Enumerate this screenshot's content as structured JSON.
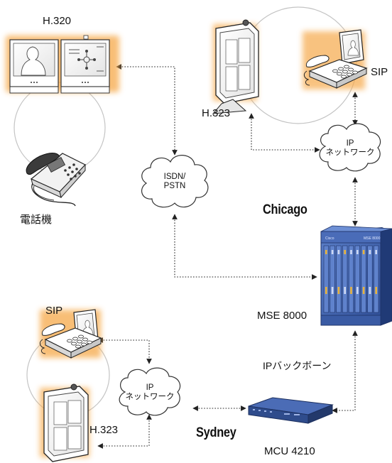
{
  "labels": {
    "h320": "H.320",
    "sip_top": "SIP",
    "h323_top": "H.323",
    "phone": "電話機",
    "chicago": "Chicago",
    "mse": "MSE 8000",
    "ip_backbone": "IPバックボーン",
    "sip_bottom": "SIP",
    "h323_bottom": "H.323",
    "sydney": "Sydney",
    "mcu": "MCU 4210"
  },
  "clouds": {
    "isdn_line1": "ISDN/",
    "isdn_line2": "PSTN",
    "ip_top_line1": "IP",
    "ip_top_line2": "ネットワーク",
    "ip_bottom_line1": "IP",
    "ip_bottom_line2": "ネットワーク"
  },
  "device_text": {
    "mse_brand": "Cisco",
    "mse_model": "MSE 8000"
  },
  "colors": {
    "glow": "#f6a94a",
    "link": "#222222",
    "ring": "#bdbdbd",
    "mse_blue": "#3f63b0",
    "mcu_blue": "#33508f"
  }
}
